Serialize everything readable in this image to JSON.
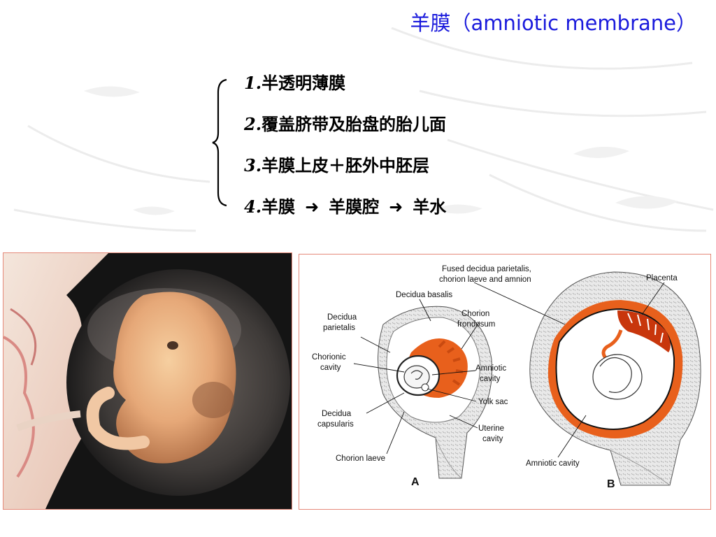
{
  "slide": {
    "title": "羊膜（amniotic membrane）"
  },
  "points": [
    {
      "num": "1.",
      "text": "半透明薄膜"
    },
    {
      "num": "2.",
      "text": "覆盖脐带及胎盘的胎儿面"
    },
    {
      "num": "3.",
      "text": "羊膜上皮＋胚外中胚层"
    },
    {
      "num": "4.",
      "parts": [
        "羊膜",
        "羊膜腔",
        "羊水"
      ],
      "arrow_icon": "right-arrow-icon"
    }
  ],
  "figure_a": {
    "letter": "A",
    "labels": {
      "decidua_basalis": "Decidua basalis",
      "decidua_parietalis_1": "Decidua",
      "decidua_parietalis_2": "parietalis",
      "chorion_frondosum_1": "Chorion",
      "chorion_frondosum_2": "frondosum",
      "chorionic_cavity_1": "Chorionic",
      "chorionic_cavity_2": "cavity",
      "amniotic_cavity_1": "Amniotic",
      "amniotic_cavity_2": "cavity",
      "yolk_sac": "Yolk sac",
      "decidua_capsularis_1": "Decidua",
      "decidua_capsularis_2": "capsularis",
      "uterine_cavity_1": "Uterine",
      "uterine_cavity_2": "cavity",
      "chorion_laeve": "Chorion laeve"
    }
  },
  "figure_b": {
    "letter": "B",
    "labels": {
      "fused_1": "Fused decidua parietalis,",
      "fused_2": "chorion laeve and amnion",
      "placenta": "Placenta",
      "amniotic_cavity": "Amniotic cavity"
    }
  },
  "colors": {
    "title": "#1a1adc",
    "chorion_orange": "#e8601c",
    "frame_border": "#e58a7a"
  }
}
